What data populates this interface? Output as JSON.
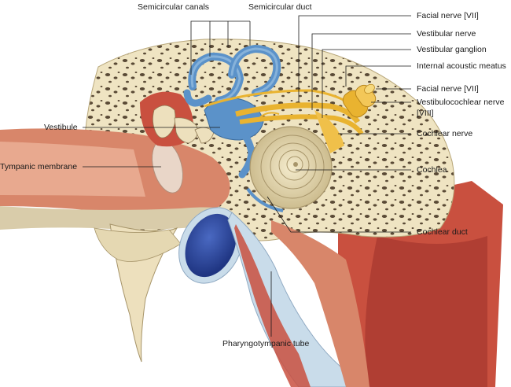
{
  "labels": {
    "semicircular_canals": "Semicircular canals",
    "semicircular_duct": "Semicircular duct",
    "facial_nerve_top": "Facial nerve [VII]",
    "vestibular_nerve": "Vestibular nerve",
    "vestibular_ganglion": "Vestibular ganglion",
    "internal_acoustic_meatus": "Internal acoustic meatus",
    "facial_nerve_mid": "Facial nerve [VII]",
    "vestibulocochlear_nerve_1": "Vestibulocochlear nerve",
    "vestibulocochlear_nerve_2": "[VIII]",
    "cochlear_nerve": "Cochlear nerve",
    "vestibule": "Vestibule",
    "tympanic_membrane": "Tympanic membrane",
    "cochlea": "Cochlea",
    "cochlear_duct": "Cochlear duct",
    "pharyngotympanic_tube": "Pharyngotympanic tube"
  },
  "colors": {
    "bone": "#efe4c2",
    "bone_pore": "#5a4a36",
    "mucosa": "#d8866a",
    "canal_red": "#b8483a",
    "labyrinth_blue": "#5b92c9",
    "nerve_yellow": "#e9b330",
    "cochlea": "#e9dcb0",
    "vessel_blue": "#2d4aa0",
    "cartilage_blue": "#c9dcea"
  }
}
